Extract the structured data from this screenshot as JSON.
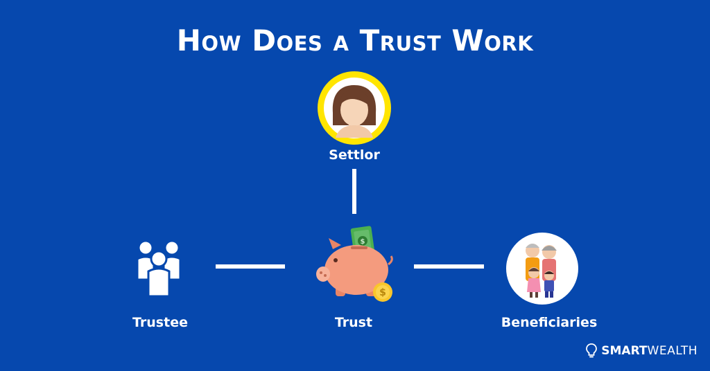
{
  "title": "How Does a Trust Work",
  "nodes": {
    "settlor": "Settlor",
    "trustee": "Trustee",
    "trust": "Trust",
    "beneficiaries": "Beneficiaries"
  },
  "brand": {
    "bold": "SMART",
    "regular": "WEALTH"
  },
  "colors": {
    "background": "#0648AE",
    "settlor_ring": "#FFE500",
    "piggy": "#F49B7E",
    "text": "#FFFFFF"
  }
}
